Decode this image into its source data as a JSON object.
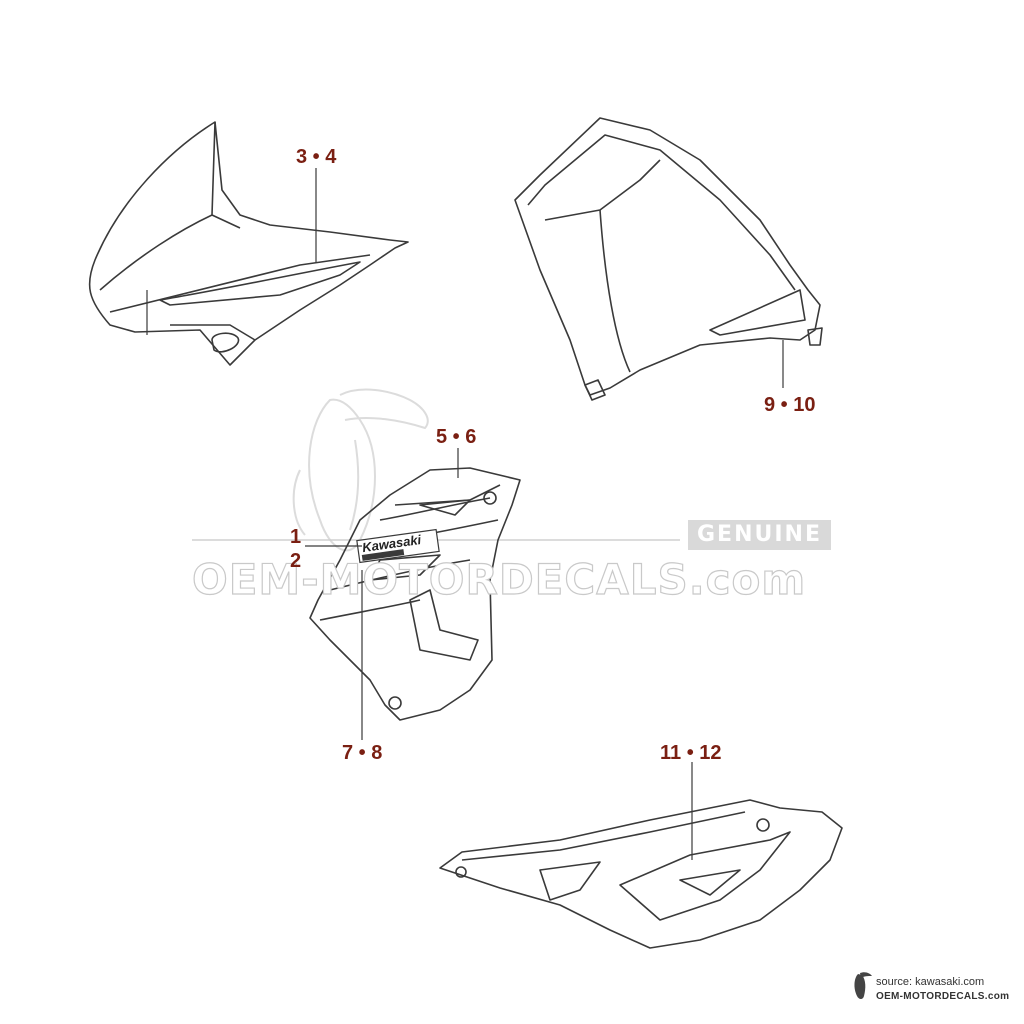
{
  "callouts": {
    "c34": "3 • 4",
    "c910": "9 • 10",
    "c56": "5 • 6",
    "c1": "1",
    "c2": "2",
    "c78": "7 • 8",
    "c1112": "11 • 12"
  },
  "decal_text": "Kawasaki",
  "watermark": {
    "site": "OEM-MOTORDECALS.com",
    "genuine": "GENUINE"
  },
  "footer": {
    "source": "source: kawasaki.com",
    "site": "OEM-MOTORDECALS.com"
  },
  "colors": {
    "callout": "#7a1f12",
    "line": "#3a3a3a",
    "watermark": "#c9c9c9"
  }
}
